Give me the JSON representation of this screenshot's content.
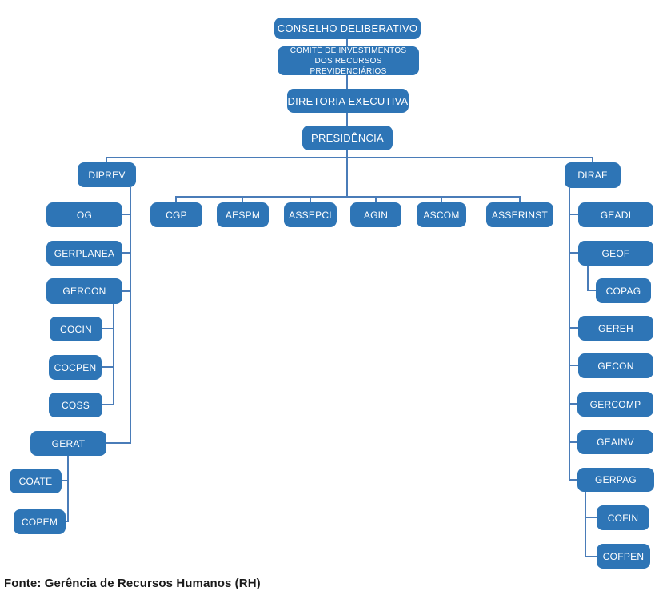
{
  "labels": {
    "conselho": "CONSELHO DELIBERATIVO",
    "comite": "COMITÊ DE INVESTIMENTOS DOS RECURSOS PREVIDENCIÁRIOS",
    "diretoria": "DIRETORIA EXECUTIVA",
    "presidencia": "PRESIDÊNCIA",
    "diprev": "DIPREV",
    "og": "OG",
    "gerplanea": "GERPLANEA",
    "gercon": "GERCON",
    "cocin": "COCIN",
    "cocpen": "COCPEN",
    "coss": "COSS",
    "gerat": "GERAT",
    "coate": "COATE",
    "copem": "COPEM",
    "cgp": "CGP",
    "aespm": "AESPM",
    "assepci": "ASSEPCI",
    "agin": "AGIN",
    "ascom": "ASCOM",
    "asserinst": "ASSERINST",
    "diraf": "DIRAF",
    "geadi": "GEADI",
    "geof": "GEOF",
    "copag": "COPAG",
    "gereh": "GEREH",
    "gecon": "GECON",
    "gercomp": "GERCOMP",
    "geainv": "GEAINV",
    "gerpag": "GERPAG",
    "cofin": "COFIN",
    "cofpen": "COFPEN"
  },
  "hierarchy": {
    "label": "CONSELHO DELIBERATIVO",
    "reports": [
      {
        "label": "COMITÊ DE INVESTIMENTOS DOS RECURSOS PREVIDENCIÁRIOS",
        "reports": [
          {
            "label": "DIRETORIA EXECUTIVA",
            "reports": [
              {
                "label": "PRESIDÊNCIA",
                "reports": [
                  {
                    "label": "DIPREV",
                    "reports": [
                      {
                        "label": "OG"
                      },
                      {
                        "label": "GERPLANEA"
                      },
                      {
                        "label": "GERCON",
                        "reports": [
                          {
                            "label": "COCIN"
                          },
                          {
                            "label": "COCPEN"
                          },
                          {
                            "label": "COSS"
                          }
                        ]
                      },
                      {
                        "label": "GERAT",
                        "reports": [
                          {
                            "label": "COATE"
                          },
                          {
                            "label": "COPEM"
                          }
                        ]
                      }
                    ]
                  },
                  {
                    "label": "CGP"
                  },
                  {
                    "label": "AESPM"
                  },
                  {
                    "label": "ASSEPCI"
                  },
                  {
                    "label": "AGIN"
                  },
                  {
                    "label": "ASCOM"
                  },
                  {
                    "label": "ASSERINST"
                  },
                  {
                    "label": "DIRAF",
                    "reports": [
                      {
                        "label": "GEADI"
                      },
                      {
                        "label": "GEOF",
                        "reports": [
                          {
                            "label": "COPAG"
                          }
                        ]
                      },
                      {
                        "label": "GEREH"
                      },
                      {
                        "label": "GECON"
                      },
                      {
                        "label": "GERCOMP"
                      },
                      {
                        "label": "GEAINV"
                      },
                      {
                        "label": "GERPAG",
                        "reports": [
                          {
                            "label": "COFIN"
                          },
                          {
                            "label": "COFPEN"
                          }
                        ]
                      }
                    ]
                  }
                ]
              }
            ]
          }
        ]
      }
    ]
  },
  "colors": {
    "box_fill": "#2E75B6",
    "box_text": "#FFFFFF",
    "connector": "#4A7CB8",
    "footer_text": "#1A1A1A",
    "background": "#FFFFFF"
  },
  "footer": {
    "source": "Fonte: Gerência de Recursos Humanos (RH)"
  }
}
